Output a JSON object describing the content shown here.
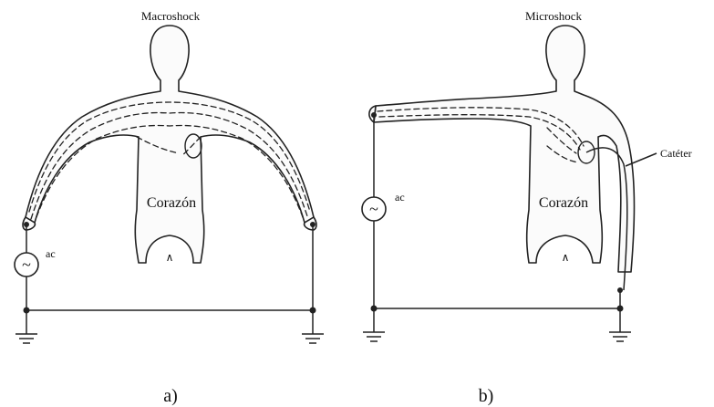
{
  "panels": [
    {
      "id": "a",
      "title": "Macroshock",
      "heart_label": "Corazón",
      "source_label": "ac",
      "caption": "a)"
    },
    {
      "id": "b",
      "title": "Microshock",
      "heart_label": "Corazón",
      "source_label": "ac",
      "catheter_label": "Catéter",
      "caption": "b)"
    }
  ],
  "symbols": {
    "ac_source": "~"
  }
}
